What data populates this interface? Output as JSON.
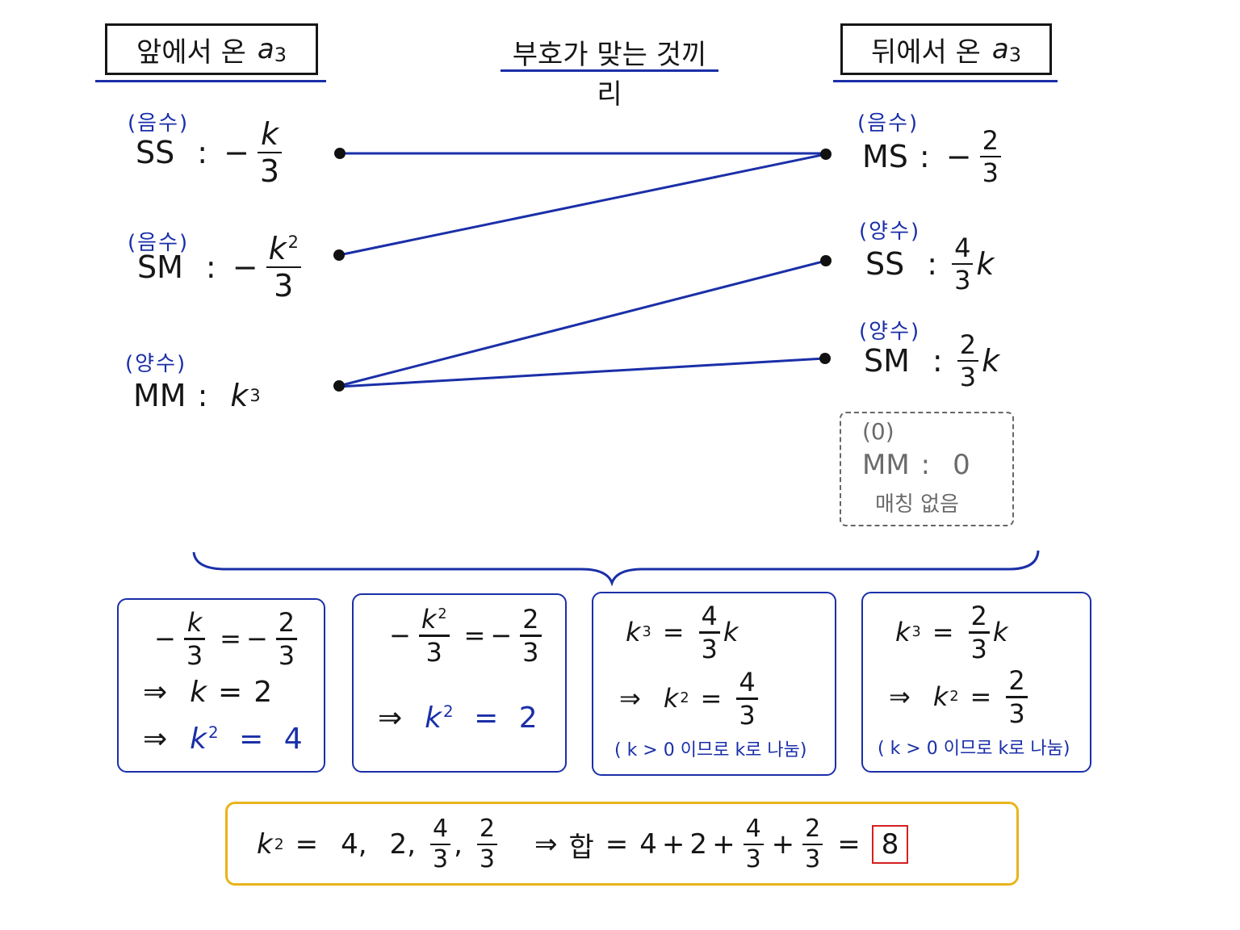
{
  "headers": {
    "left": {
      "text": "앞에서 온",
      "var": "a",
      "sub": "3"
    },
    "center": {
      "text": "부호가 맞는 것끼리"
    },
    "right": {
      "text": "뒤에서 온",
      "var": "a",
      "sub": "3"
    }
  },
  "left_items": [
    {
      "sign": "(음수)",
      "name": "SS",
      "colon": ":",
      "minus": "−",
      "num": "k",
      "den": "3"
    },
    {
      "sign": "(음수)",
      "name": "SM",
      "colon": ":",
      "minus": "−",
      "num": "k",
      "num_sup": "2",
      "den": "3"
    },
    {
      "sign": "(양수)",
      "name": "MM",
      "colon": ":",
      "var": "k",
      "var_sup": "3"
    }
  ],
  "right_items": [
    {
      "sign": "(음수)",
      "name": "MS",
      "colon": ":",
      "minus": "−",
      "num": "2",
      "den": "3"
    },
    {
      "sign": "(양수)",
      "name": "SS",
      "colon": ":",
      "num": "4",
      "den": "3",
      "var": "k"
    },
    {
      "sign": "(양수)",
      "name": "SM",
      "colon": ":",
      "num": "2",
      "den": "3",
      "var": "k"
    }
  ],
  "zero_item": {
    "sign": "(0)",
    "name": "MM",
    "colon": ":",
    "value": "0",
    "note": "매칭 없음"
  },
  "connections": [
    {
      "from": "SS",
      "to": "MS"
    },
    {
      "from": "SM",
      "to": "MS"
    },
    {
      "from": "MM",
      "to": "SS"
    },
    {
      "from": "MM",
      "to": "SM"
    }
  ],
  "equations": {
    "box1": {
      "line1": {
        "lhs_minus": "−",
        "lhs_num": "k",
        "lhs_den": "3",
        "eq": "=",
        "rhs_minus": "−",
        "rhs_num": "2",
        "rhs_den": "3"
      },
      "line2": {
        "arrow": "⇒",
        "var": "k",
        "eq": "=",
        "val": "2"
      },
      "line3": {
        "arrow": "⇒",
        "var": "k",
        "sup": "2",
        "eq": "=",
        "val": "4"
      }
    },
    "box2": {
      "line1": {
        "lhs_minus": "−",
        "lhs_num": "k",
        "lhs_sup": "2",
        "lhs_den": "3",
        "eq": "=",
        "rhs_minus": "−",
        "rhs_num": "2",
        "rhs_den": "3"
      },
      "line2": {
        "arrow": "⇒",
        "var": "k",
        "sup": "2",
        "eq": "=",
        "val": "2"
      }
    },
    "box3": {
      "line1": {
        "var": "k",
        "sup": "3",
        "eq": "=",
        "rhs_num": "4",
        "rhs_den": "3",
        "rhs_var": "k"
      },
      "line2": {
        "arrow": "⇒",
        "var": "k",
        "sup": "2",
        "eq": "=",
        "rhs_num": "4",
        "rhs_den": "3"
      },
      "note": "( k > 0 이므로  k로 나눔)"
    },
    "box4": {
      "line1": {
        "var": "k",
        "sup": "3",
        "eq": "=",
        "rhs_num": "2",
        "rhs_den": "3",
        "rhs_var": "k"
      },
      "line2": {
        "arrow": "⇒",
        "var": "k",
        "sup": "2",
        "eq": "=",
        "rhs_num": "2",
        "rhs_den": "3"
      },
      "note": "( k > 0 이므로  k로 나눔)"
    }
  },
  "summary": {
    "var": "k",
    "sup": "2",
    "eq": "=",
    "v1": "4",
    "c1": ",",
    "v2": "2",
    "c2": ",",
    "v3_num": "4",
    "v3_den": "3",
    "c3": ",",
    "v4_num": "2",
    "v4_den": "3",
    "arrow": "⇒",
    "sum_label": "합",
    "eq2": "=",
    "s1": "4",
    "plus1": "+",
    "s2": "2",
    "plus2": "+",
    "s3_num": "4",
    "s3_den": "3",
    "plus3": "+",
    "s4_num": "2",
    "s4_den": "3",
    "eq3": "=",
    "answer": "8"
  },
  "colors": {
    "blue": "#1a2fa8",
    "gold": "#e8b41a",
    "answer_red": "#d42020",
    "gray_dashed": "#666666"
  }
}
